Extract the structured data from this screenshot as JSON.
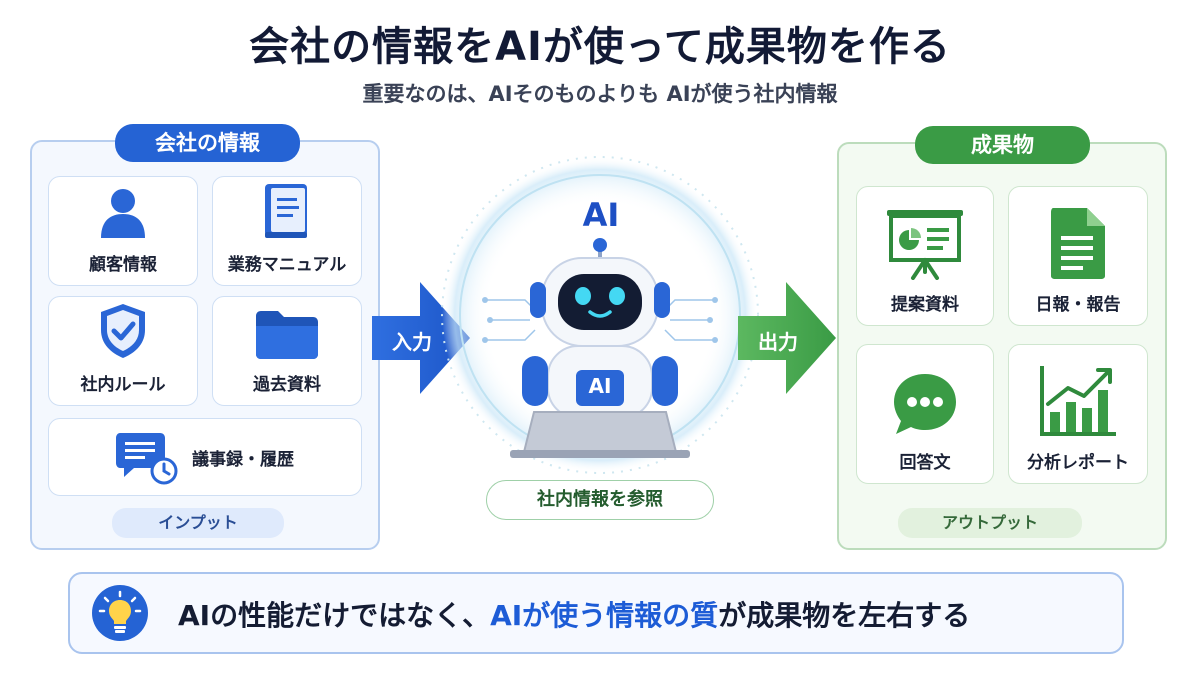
{
  "header": {
    "title": "会社の情報をAIが使って成果物を作る",
    "subtitle": "重要なのは、AIそのものよりも AIが使う社内情報"
  },
  "input_panel": {
    "title": "会社の情報",
    "items": [
      {
        "label": "顧客情報",
        "icon": "person-icon"
      },
      {
        "label": "業務マニュアル",
        "icon": "manual-book-icon"
      },
      {
        "label": "社内ルール",
        "icon": "shield-check-icon"
      },
      {
        "label": "過去資料",
        "icon": "folder-icon"
      },
      {
        "label": "議事録・履歴",
        "icon": "chat-clock-icon"
      }
    ],
    "footer": "インプット"
  },
  "arrows": {
    "input_label": "入力",
    "output_label": "出力"
  },
  "center": {
    "ai_label": "AI",
    "chest_label": "AI",
    "caption": "社内情報を参照"
  },
  "output_panel": {
    "title": "成果物",
    "items": [
      {
        "label": "提案資料",
        "icon": "presentation-icon"
      },
      {
        "label": "日報・報告",
        "icon": "document-icon"
      },
      {
        "label": "回答文",
        "icon": "speech-bubble-icon"
      },
      {
        "label": "分析レポート",
        "icon": "bar-chart-icon"
      }
    ],
    "footer": "アウトプット"
  },
  "banner": {
    "text_part1": "AIの性能だけではなく、",
    "text_highlight": "AIが使う情報の質",
    "text_part2": "が成果物を左右する",
    "icon": "lightbulb-icon"
  },
  "colors": {
    "blue_accent": "#2563d4",
    "green_accent": "#3a9b45",
    "title_text": "#121a35"
  }
}
